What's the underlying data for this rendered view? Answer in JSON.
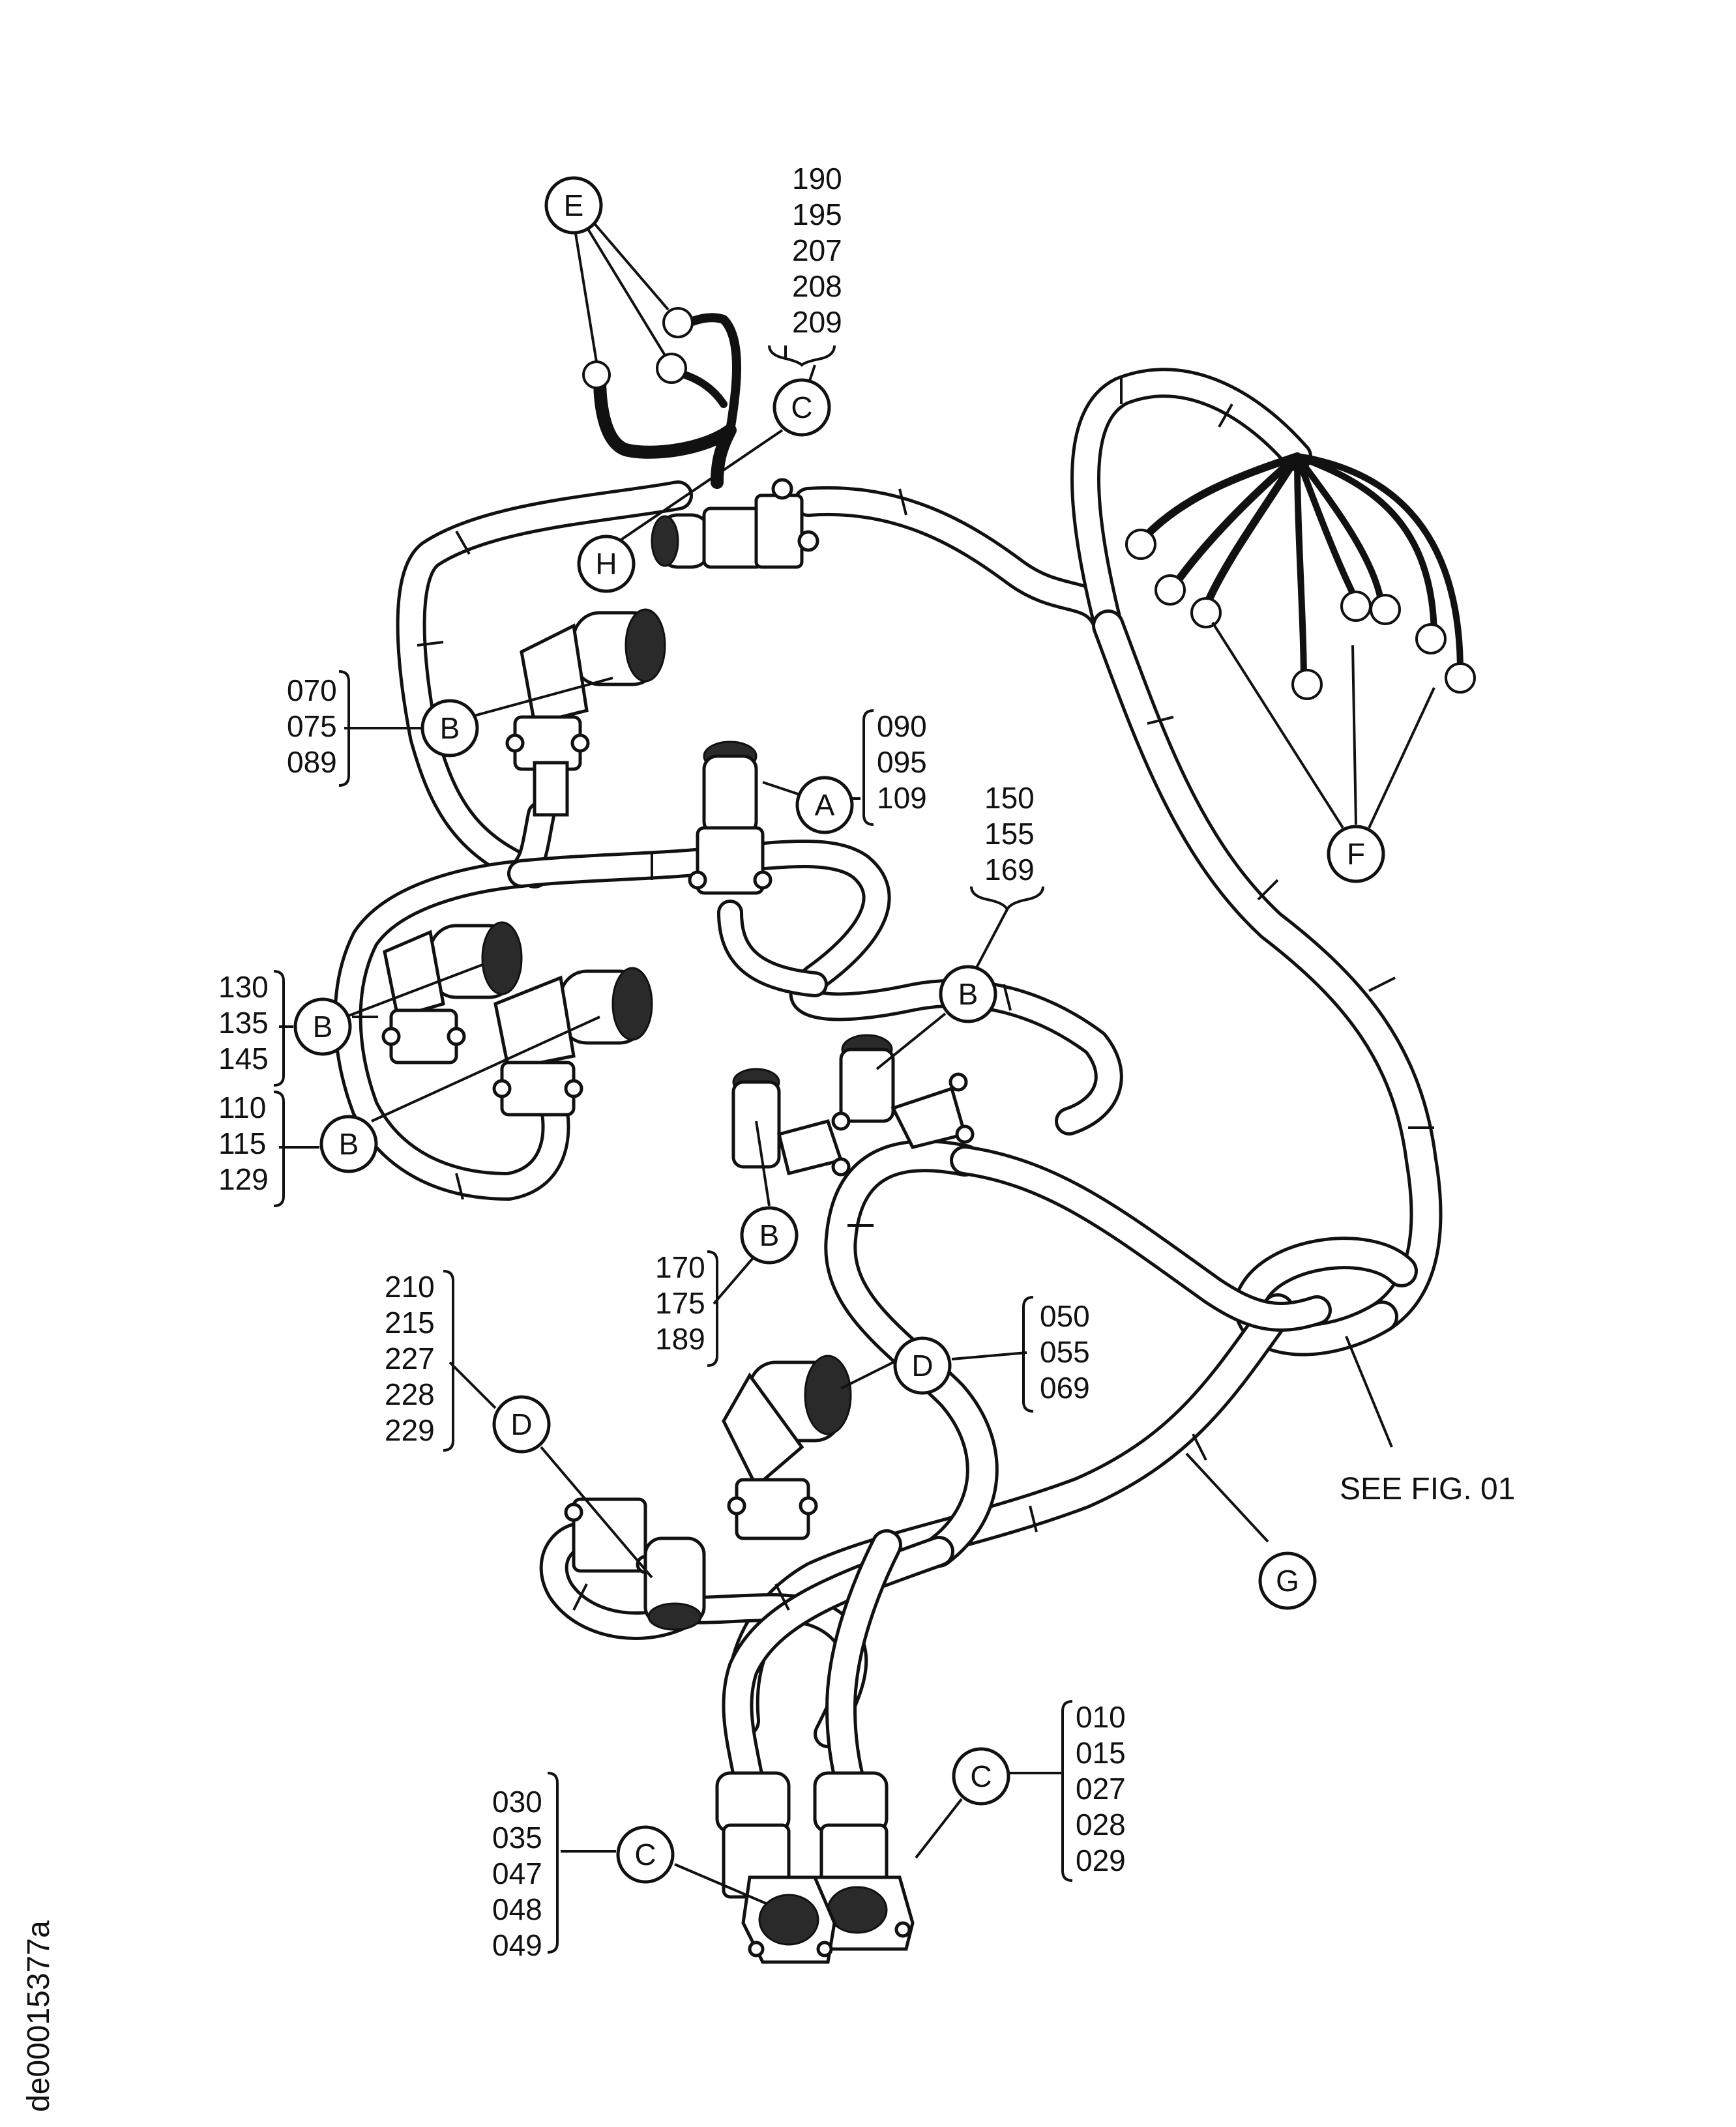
{
  "diagram": {
    "drawing_id": "de00015377a",
    "reference_note": "SEE FIG. 01"
  },
  "callouts": {
    "A": "A",
    "B": "B",
    "C": "C",
    "D": "D",
    "E": "E",
    "F": "F",
    "G": "G",
    "H": "H"
  },
  "part_groups": {
    "g190": [
      "190",
      "195",
      "207",
      "208",
      "209"
    ],
    "g070": [
      "070",
      "075",
      "089"
    ],
    "g090": [
      "090",
      "095",
      "109"
    ],
    "g150": [
      "150",
      "155",
      "169"
    ],
    "g130": [
      "130",
      "135",
      "145"
    ],
    "g110": [
      "110",
      "115",
      "129"
    ],
    "g170": [
      "170",
      "175",
      "189"
    ],
    "g210": [
      "210",
      "215",
      "227",
      "228",
      "229"
    ],
    "g050": [
      "050",
      "055",
      "069"
    ],
    "g010": [
      "010",
      "015",
      "027",
      "028",
      "029"
    ],
    "g030": [
      "030",
      "035",
      "047",
      "048",
      "049"
    ]
  }
}
